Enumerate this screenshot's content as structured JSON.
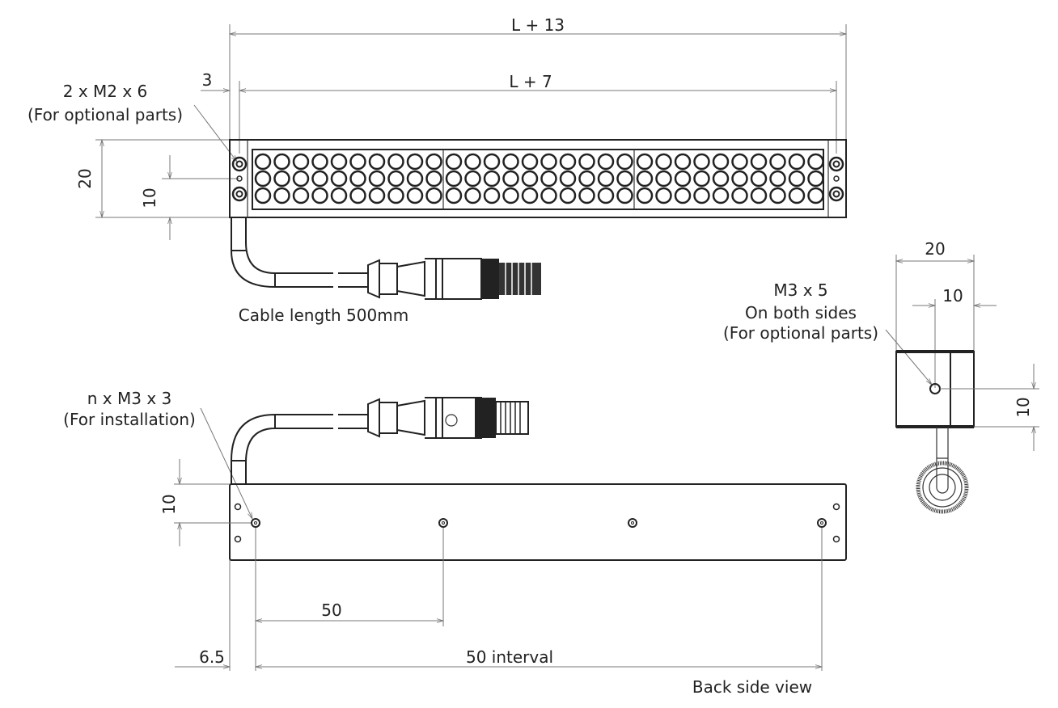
{
  "title": "LED bar light dimension drawing",
  "front_view": {
    "dim_overall": "L + 13",
    "dim_inner": "L + 7",
    "dim_offset": "3",
    "dim_height": "20",
    "dim_half": "10",
    "screw_note_line1": "2 x M2 x 6",
    "screw_note_line2": "(For optional parts)",
    "cable_note": "Cable length 500mm"
  },
  "side_view": {
    "dim_width": "20",
    "dim_half": "10",
    "dim_vertical": "10",
    "note_line1": "M3 x 5",
    "note_line2": "On both sides",
    "note_line3": "(For optional parts)"
  },
  "back_view": {
    "note_line1": "n x M3 x 3",
    "note_line2": "(For installation)",
    "dim_vertical": "10",
    "dim_pitch": "50",
    "dim_edge": "6.5",
    "dim_interval": "50 interval",
    "caption": "Back side view"
  },
  "led_layout": {
    "rows": 3,
    "columns_per_section": 10,
    "sections": 3
  }
}
